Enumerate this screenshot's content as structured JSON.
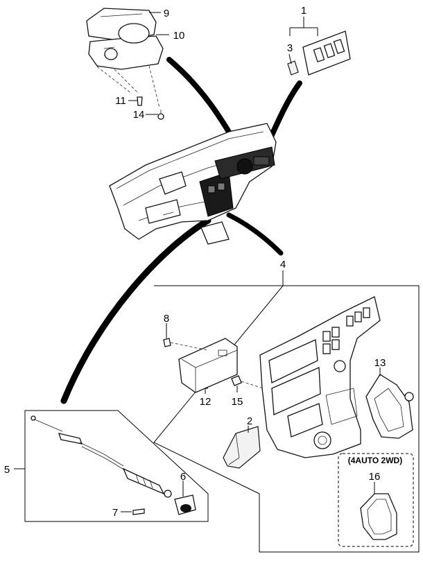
{
  "diagram": {
    "type": "exploded-parts-diagram",
    "callouts": [
      "1",
      "2",
      "3",
      "4",
      "5",
      "6",
      "7",
      "8",
      "9",
      "10",
      "11",
      "12",
      "13",
      "14",
      "15",
      "16"
    ],
    "variant_note": "(4AUTO 2WD)"
  }
}
